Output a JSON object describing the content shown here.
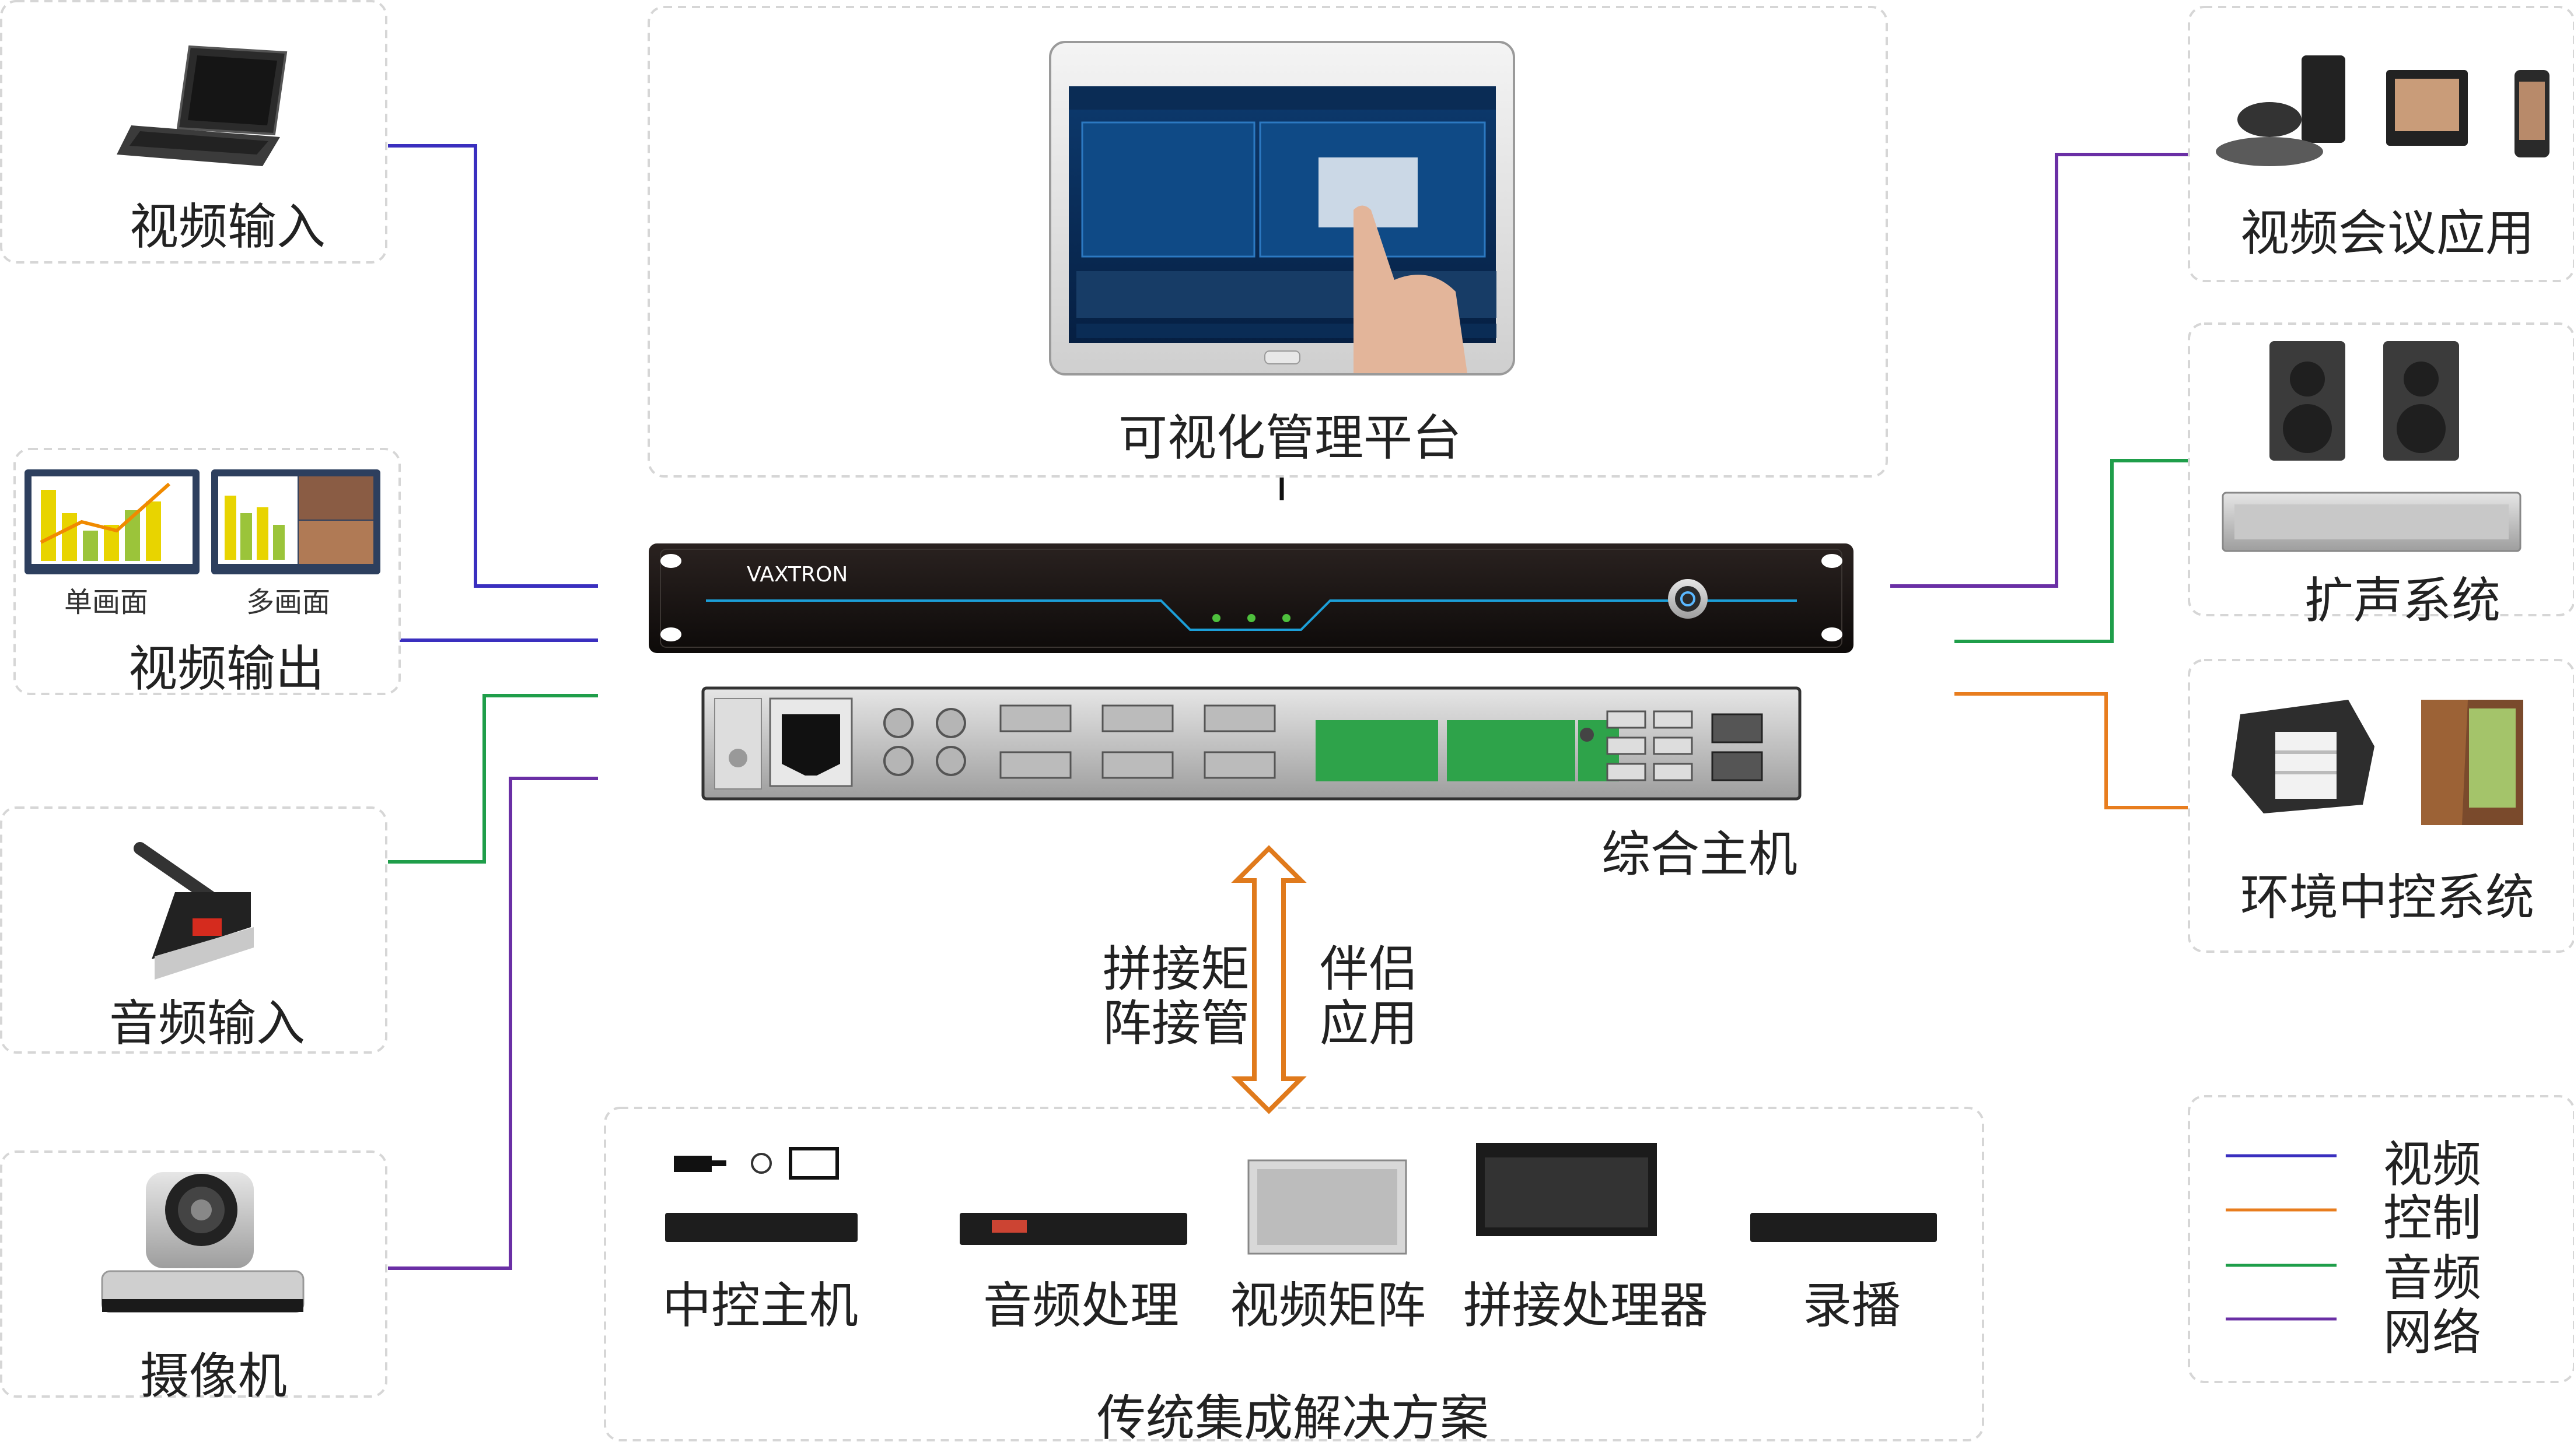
{
  "colors": {
    "video": "#3a2fbf",
    "control": "#e87d1e",
    "audio": "#1f9e4a",
    "network": "#6a2fa5",
    "arrow": "#e07a1c"
  },
  "left": {
    "video_input": "视频输入",
    "single_screen": "单画面",
    "multi_screen": "多画面",
    "video_output": "视频输出",
    "audio_input": "音频输入",
    "camera": "摄像机"
  },
  "top": {
    "platform": "可视化管理平台"
  },
  "host": {
    "brand": "VAXTRON",
    "name": "综合主机"
  },
  "right": {
    "video_conf": "视频会议应用",
    "pa_system": "扩声系统",
    "env_control": "环境中控系统"
  },
  "middle": {
    "left_text_1": "拼接矩",
    "left_text_2": "阵接管",
    "right_text_1": "伴侣",
    "right_text_2": "应用"
  },
  "bottom": {
    "items": [
      "中控主机",
      "音频处理",
      "视频矩阵",
      "拼接处理器",
      "录播"
    ],
    "title": "传统集成解决方案"
  },
  "legend": {
    "items": [
      "视频",
      "控制",
      "音频",
      "网络"
    ]
  }
}
